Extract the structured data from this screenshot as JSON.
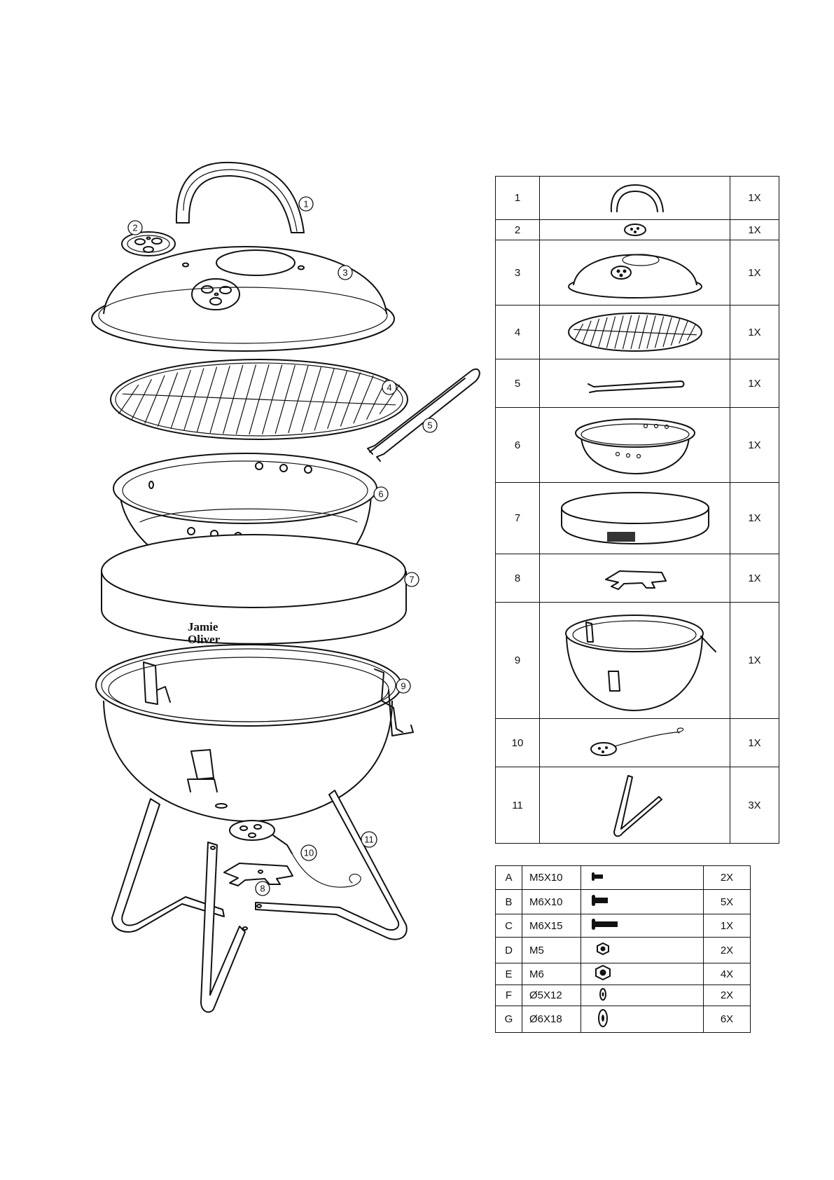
{
  "brand": {
    "line1": "Jamie",
    "line2": "Oliver"
  },
  "parts": [
    {
      "no": "1",
      "icon": "handle-icon",
      "qty": "1X"
    },
    {
      "no": "2",
      "icon": "vent-cover-icon",
      "qty": "1X"
    },
    {
      "no": "3",
      "icon": "lid-icon",
      "qty": "1X"
    },
    {
      "no": "4",
      "icon": "cooking-grate-icon",
      "qty": "1X"
    },
    {
      "no": "5",
      "icon": "tongs-icon",
      "qty": "1X"
    },
    {
      "no": "6",
      "icon": "charcoal-bowl-icon",
      "qty": "1X"
    },
    {
      "no": "7",
      "icon": "heat-shield-ring-icon",
      "qty": "1X"
    },
    {
      "no": "8",
      "icon": "ash-holder-icon",
      "qty": "1X"
    },
    {
      "no": "9",
      "icon": "kettle-bowl-icon",
      "qty": "1X"
    },
    {
      "no": "10",
      "icon": "ash-vent-icon",
      "qty": "1X"
    },
    {
      "no": "11",
      "icon": "leg-icon",
      "qty": "3X"
    }
  ],
  "hardware": [
    {
      "id": "A",
      "size": "M5X10",
      "icon": "screw-short-icon",
      "qty": "2X"
    },
    {
      "id": "B",
      "size": "M6X10",
      "icon": "screw-medium-icon",
      "qty": "5X"
    },
    {
      "id": "C",
      "size": "M6X15",
      "icon": "screw-long-icon",
      "qty": "1X"
    },
    {
      "id": "D",
      "size": "M5",
      "icon": "nut-small-icon",
      "qty": "2X"
    },
    {
      "id": "E",
      "size": "M6",
      "icon": "nut-large-icon",
      "qty": "4X"
    },
    {
      "id": "F",
      "size": "Ø5X12",
      "icon": "washer-small-icon",
      "qty": "2X"
    },
    {
      "id": "G",
      "size": "Ø6X18",
      "icon": "washer-large-icon",
      "qty": "6X"
    }
  ],
  "callouts": [
    "1",
    "2",
    "3",
    "4",
    "5",
    "6",
    "7",
    "8",
    "9",
    "10",
    "11"
  ]
}
